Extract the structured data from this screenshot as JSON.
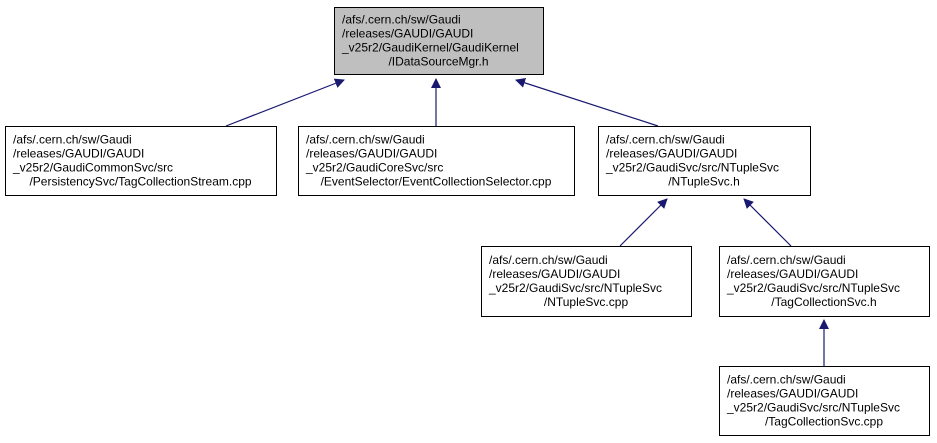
{
  "colors": {
    "background": "#ffffff",
    "root_fill": "#bfbfbf",
    "node_fill": "#ffffff",
    "node_border": "#000000",
    "edge": "#191970"
  },
  "nodes": [
    {
      "id": "idatasourcemgr-h",
      "lines": [
        "/afs/.cern.ch/sw/Gaudi",
        "/releases/GAUDI/GAUDI",
        "_v25r2/GaudiKernel/GaudiKernel",
        "/IDataSourceMgr.h"
      ],
      "root": true
    },
    {
      "id": "tagcollectionstream-cpp",
      "lines": [
        "/afs/.cern.ch/sw/Gaudi",
        "/releases/GAUDI/GAUDI",
        "_v25r2/GaudiCommonSvc/src",
        "/PersistencySvc/TagCollectionStream.cpp"
      ],
      "root": false
    },
    {
      "id": "eventcollectionselector-cpp",
      "lines": [
        "/afs/.cern.ch/sw/Gaudi",
        "/releases/GAUDI/GAUDI",
        "_v25r2/GaudiCoreSvc/src",
        "/EventSelector/EventCollectionSelector.cpp"
      ],
      "root": false
    },
    {
      "id": "ntuplesvc-h",
      "lines": [
        "/afs/.cern.ch/sw/Gaudi",
        "/releases/GAUDI/GAUDI",
        "_v25r2/GaudiSvc/src/NTupleSvc",
        "/NTupleSvc.h"
      ],
      "root": false
    },
    {
      "id": "ntuplesvc-cpp",
      "lines": [
        "/afs/.cern.ch/sw/Gaudi",
        "/releases/GAUDI/GAUDI",
        "_v25r2/GaudiSvc/src/NTupleSvc",
        "/NTupleSvc.cpp"
      ],
      "root": false
    },
    {
      "id": "tagcollectionsvc-h",
      "lines": [
        "/afs/.cern.ch/sw/Gaudi",
        "/releases/GAUDI/GAUDI",
        "_v25r2/GaudiSvc/src/NTupleSvc",
        "/TagCollectionSvc.h"
      ],
      "root": false
    },
    {
      "id": "tagcollectionsvc-cpp",
      "lines": [
        "/afs/.cern.ch/sw/Gaudi",
        "/releases/GAUDI/GAUDI",
        "_v25r2/GaudiSvc/src/NTupleSvc",
        "/TagCollectionSvc.cpp"
      ],
      "root": false
    }
  ],
  "edges": [
    {
      "from": "tagcollectionstream-cpp",
      "to": "idatasourcemgr-h"
    },
    {
      "from": "eventcollectionselector-cpp",
      "to": "idatasourcemgr-h"
    },
    {
      "from": "ntuplesvc-h",
      "to": "idatasourcemgr-h"
    },
    {
      "from": "ntuplesvc-cpp",
      "to": "ntuplesvc-h"
    },
    {
      "from": "tagcollectionsvc-h",
      "to": "ntuplesvc-h"
    },
    {
      "from": "tagcollectionsvc-cpp",
      "to": "tagcollectionsvc-h"
    }
  ]
}
